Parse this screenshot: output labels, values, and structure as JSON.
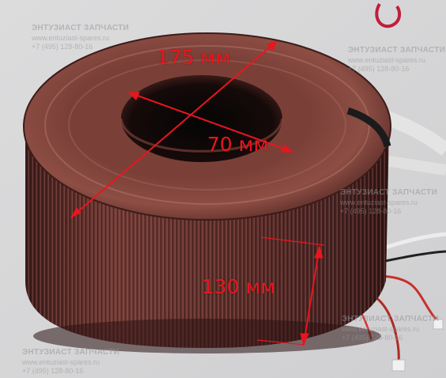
{
  "colors": {
    "background": "#d9d9da",
    "copper": "#6a3530",
    "copper_highlight": "#b97e72",
    "measurement": "#e8161e"
  },
  "dimensions": {
    "outer": "175 мм",
    "inner": "70 мм",
    "height": "130 мм"
  },
  "watermarks": [
    {
      "name": "ЭНТУЗИАСТ ЗАПЧАСТИ",
      "site": "www.entuziast-spares.ru",
      "phone": "+7 (495) 128-80-16"
    },
    {
      "name": "ЭНТУЗИАСТ ЗАПЧАСТИ",
      "site": "www.entuziast-spares.ru",
      "phone": "+7 (495) 128-80-16"
    },
    {
      "name": "ЭНТУЗИАСТ ЗАПЧАСТИ",
      "site": "www.entuziast-spares.ru",
      "phone": "+7 (495) 128-80-16"
    },
    {
      "name": "ЭНТУЗИАСТ ЗАПЧАСТИ",
      "site": "www.entuziast-spares.ru",
      "phone": "+7 (495) 128-80-16"
    },
    {
      "name": "ЭНТУЗИАСТ ЗАПЧАСТИ",
      "site": "www.entuziast-spares.ru",
      "phone": "+7 (495) 128-80-16"
    }
  ]
}
